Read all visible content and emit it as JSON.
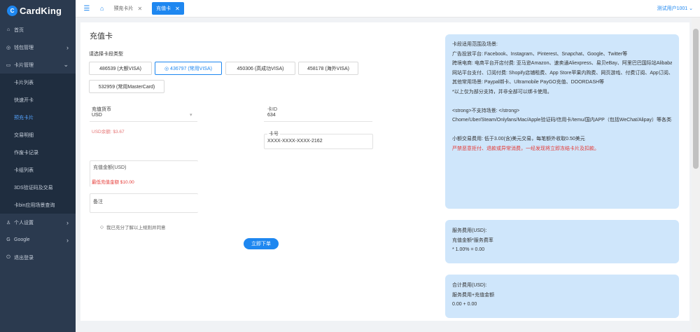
{
  "app": {
    "logo_text": "CardKing",
    "logo_mark": "C"
  },
  "sidebar": {
    "items": [
      {
        "label": "首页",
        "icon": "home-icon",
        "glyph": "⌂"
      },
      {
        "label": "钱包管理",
        "icon": "wallet-icon",
        "glyph": "◎",
        "chevron": "›"
      },
      {
        "label": "卡片管理",
        "icon": "card-icon",
        "glyph": "▭",
        "chevron": "⌄"
      },
      {
        "label": "卡片列表",
        "sub": true
      },
      {
        "label": "快速开卡",
        "sub": true
      },
      {
        "label": "预充卡片",
        "sub": true,
        "active": true
      },
      {
        "label": "交易明细",
        "sub": true
      },
      {
        "label": "作废卡记录",
        "sub": true
      },
      {
        "label": "卡组列表",
        "sub": true
      },
      {
        "label": "3DS验证码及交易",
        "sub": true
      },
      {
        "label": "卡bin应用场景查询",
        "sub": true
      },
      {
        "label": "个人设置",
        "icon": "user-icon",
        "glyph": "♙",
        "chevron": "›"
      },
      {
        "label": "Google",
        "icon": "google-icon",
        "glyph": "G",
        "chevron": "›"
      },
      {
        "label": "退出登录",
        "icon": "logout-icon",
        "glyph": "⏻"
      }
    ]
  },
  "topbar": {
    "menu_glyph": "☰",
    "home_glyph": "⌂",
    "tabs": [
      {
        "label": "预充卡片",
        "close": "✕"
      },
      {
        "label": "充值卡",
        "close": "✕",
        "active": true
      }
    ],
    "user": "测试用户1001 ⌄"
  },
  "page": {
    "title": "充值卡",
    "bin_label": "请选择卡段类型",
    "bins": [
      {
        "label": "486539 (大额VISA)"
      },
      {
        "label": "◎ 436797 (常用VISA)",
        "selected": true
      },
      {
        "label": "450306 (高成功VISA)"
      },
      {
        "label": "458178 (海外VISA)"
      },
      {
        "label": "532959 (常用MasterCard)"
      }
    ],
    "currency": {
      "label": "充值货币",
      "value": "USD",
      "hint": "USD余额: $3.67"
    },
    "card_id": {
      "label": "卡ID",
      "value": "634"
    },
    "card_number": {
      "label": "卡号",
      "value": "XXXX-XXXX-XXXX-2162"
    },
    "amount": {
      "label": "充值金额(USD)",
      "hint": "最低充值金额 $10.00"
    },
    "remark": {
      "label": "备注"
    },
    "tos": "我已充分了解以上规则并同意",
    "submit": "立即下单"
  },
  "info": {
    "lines": [
      "卡段适用范围及场景:",
      "广告投放平台: Facebook、Instagram、Pinterest、Snapchat、Google、Twitter等",
      "跨境电商: 电商平台开店付费: 亚马逊Amazon、速卖通Aliexpress、易贝eBay、阿里巴巴国际站Alibaba、ETSY、虾皮等",
      "网站平台支付、订阅付费: Shopify店铺租费、App Store苹果内购费、网页游戏、付费订阅、App订阅、商家付款方式等海外消费",
      "其他常用场景: Paypal绑卡、Ultramobile PayGO充值、DOORDASH等",
      "*以上仅为部分支持，并非全部可以绑卡使用。",
      "",
      "<strong>不支持场景: </strong>",
      "Chome/Uber/Steam/Onlyfans/Mac/Apple验证码/信用卡/temu/国内APP（包括WeChat/Alipay）等各类平台",
      "",
      "小额交易费用: 低于3.00(含)美元交易，每笔额外收取0.50美元"
    ],
    "warning": "严禁恶意拒付、退款或异常消费，一经发现将立即冻结卡片及扣款。",
    "fee_label": "服务费用(USD):",
    "fee_desc": "充值金额*服务费率",
    "fee_value": "* 1.00% = 0.00",
    "total_label": "合计费用(USD):",
    "total_desc": "服务费用+充值金额",
    "total_value": "0.00 + 0.00"
  }
}
